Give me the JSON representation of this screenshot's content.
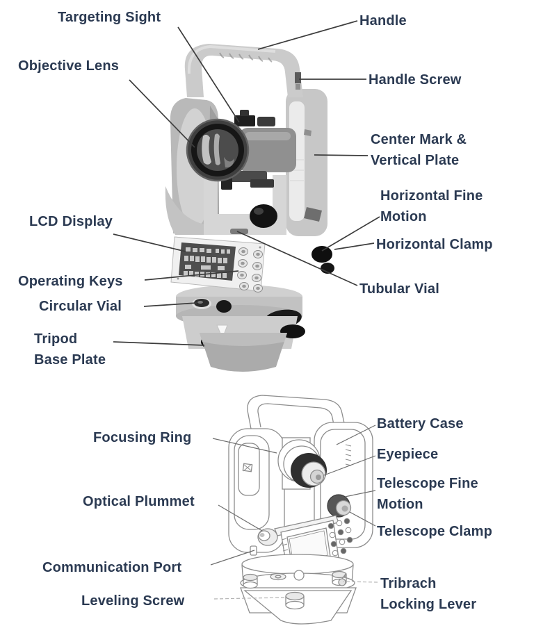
{
  "style": {
    "label_color": "#2b3a52",
    "leader_color": "#3d3d3d",
    "leader_color_light": "#6e6e6e",
    "leader_color_dashed": "#b4b4b4",
    "background": "#ffffff"
  },
  "top_labels": {
    "targeting_sight": "Targeting Sight",
    "objective_lens": "Objective Lens",
    "handle": "Handle",
    "handle_screw": "Handle Screw",
    "center_mark_vertical_plate": "Center Mark &\nVertical Plate",
    "horizontal_fine_motion": "Horizontal Fine\nMotion",
    "horizontal_clamp": "Horizontal Clamp",
    "tubular_vial": "Tubular Vial",
    "lcd_display": "LCD Display",
    "operating_keys": "Operating Keys",
    "circular_vial": "Circular Vial",
    "tripod_base_plate": "Tripod\nBase Plate"
  },
  "bottom_labels": {
    "focusing_ring": "Focusing Ring",
    "battery_case": "Battery Case",
    "eyepiece": "Eyepiece",
    "telescope_fine_motion": "Telescope Fine\nMotion",
    "telescope_clamp": "Telescope Clamp",
    "optical_plummet": "Optical Plummet",
    "communication_port": "Communication Port",
    "leveling_screw": "Leveling Screw",
    "tribrach_locking_lever": "Tribrach\nLocking Lever"
  }
}
